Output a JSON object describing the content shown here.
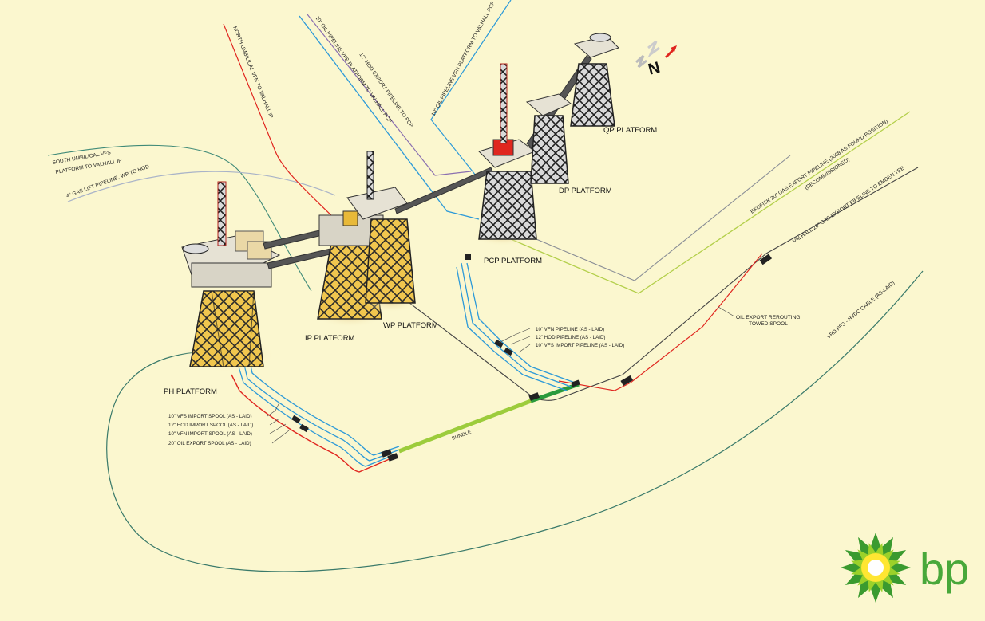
{
  "platforms": {
    "ph": "PH PLATFORM",
    "ip": "IP PLATFORM",
    "wp": "WP PLATFORM",
    "pcp": "PCP PLATFORM",
    "dp": "DP PLATFORM",
    "qp": "QP PLATFORM"
  },
  "pipeline_labels": {
    "north_umbilical": "NORTH UMBILICAL  VFN TO VALHALL IP",
    "hod_export": "12\" HOD EXPORT PIPELINE TO PCP",
    "oil_pipeline_vfs": "10\" OIL PIPELINE  VFS PLATFORM TO VALHALL PCP",
    "oil_pipeline_vfn": "10\" OIL PIPELINE VFN PLATFORM TO VALHALL PCP",
    "south_umbilical_1": "SOUTH UMBILICAL  VFS",
    "south_umbilical_2": "PLATFORM TO VALHALL IP",
    "gas_lift": "4\" GAS LIFT PIPELINE, WP TO HOD",
    "ekofisk_1": "EKOFISK 20\" GAS EXPORT PIPELINE (2008 AS FOUND POSITION)",
    "ekofisk_2": "(DECOMMISSIONED)",
    "valhall_gas": "VALHALL 20\" GAS EXPORT PIPELINE TO EMDEN TEE",
    "oil_reroute_1": "OIL EXPORT REROUTING",
    "oil_reroute_2": "TOWED SPOOL",
    "hvdc": "VRD PFS - HVDC CABLE (AS-LAID)",
    "vfn_pipeline": "10\" VFN PIPELINE (AS - LAID)",
    "hod_pipeline": "12\" HOD PIPELINE (AS - LAID)",
    "vfs_import_pipeline": "10\" VFS IMPORT PIPELINE (AS - LAID)",
    "vfs_spool": "10\" VFS IMPORT SPOOL (AS - LAID)",
    "hod_spool": "12\" HOD IMPORT SPOOL (AS - LAID)",
    "vfn_spool": "10\" VFN IMPORT SPOOL (AS - LAID)",
    "oil_export_spool": "20\" OIL EXPORT SPOOL (AS - LAID)",
    "bundle": "BUNDLE"
  },
  "north_arrow": "N",
  "logo_text": "bp",
  "colors": {
    "background": "#fbf7cf",
    "oil_red": "#e0261f",
    "pipeline_blue": "#2d9ad8",
    "hod_purple": "#8a6fb0",
    "umbilical_green": "#3f8a78",
    "bundle_green": "#9ccc3c",
    "ekofisk_green": "#b3cf4a",
    "hvdc_teal": "#3a7a6a",
    "jacket_yellow": "#e8b938",
    "bp_green": "#48a83a"
  }
}
